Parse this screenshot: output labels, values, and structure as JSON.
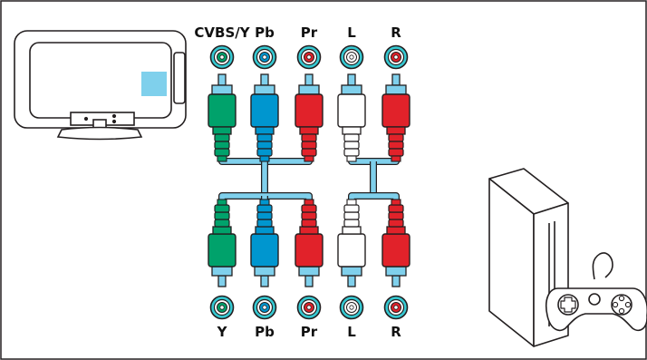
{
  "colors": {
    "cable": "#7fd0ec",
    "green": "#00a26b",
    "blue": "#0096cf",
    "red": "#e1222a",
    "white": "#ffffff",
    "teal_ring": "#36c9d2",
    "tv_panel": "#7fd0ec",
    "stroke": "#231f20"
  },
  "top_jacks": [
    {
      "label": "CVBS/Y",
      "color": "green"
    },
    {
      "label": "Pb",
      "color": "blue"
    },
    {
      "label": "Pr",
      "color": "red"
    },
    {
      "label": "L",
      "color": "white"
    },
    {
      "label": "R",
      "color": "red"
    }
  ],
  "bottom_jacks": [
    {
      "label": "Y",
      "color": "green"
    },
    {
      "label": "Pb",
      "color": "blue"
    },
    {
      "label": "Pr",
      "color": "red"
    },
    {
      "label": "L",
      "color": "white"
    },
    {
      "label": "R",
      "color": "red"
    }
  ],
  "icons": {
    "tv": "tv-icon",
    "console": "game-console-icon",
    "controller": "gamepad-icon"
  }
}
